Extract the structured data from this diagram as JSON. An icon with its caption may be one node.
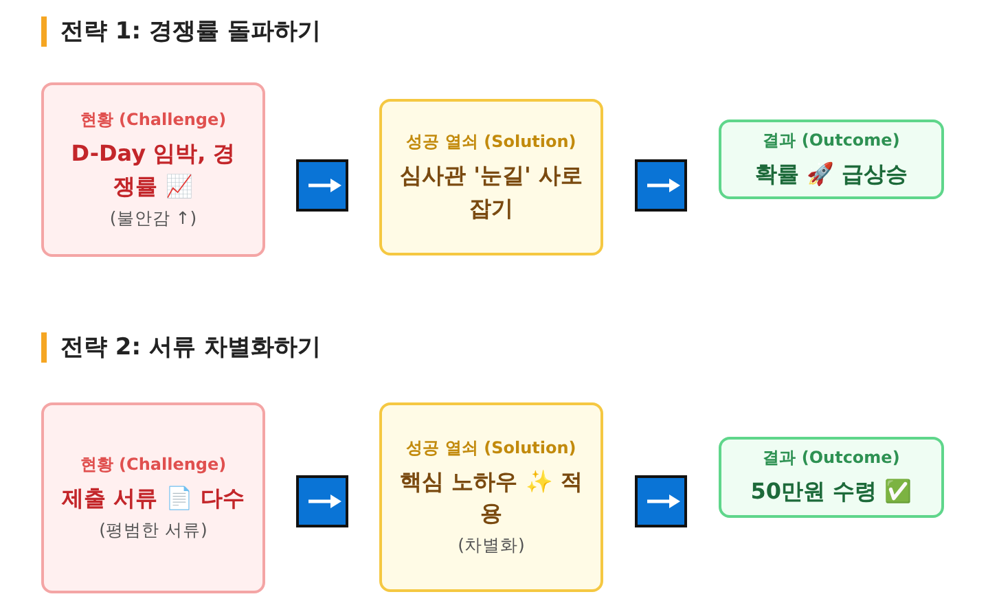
{
  "diagram": {
    "nodes": [
      {
        "text": [
          "현황 (Challenge)",
          "D-Day 임박, 경쟁률 📈",
          "(불안감 ↑)"
        ]
      },
      {
        "text": [
          "성공 열쇠 (Solution)",
          "심사관 '눈길' 사로잡기"
        ]
      },
      {
        "text": [
          "결과 (Outcome)",
          "확률 🚀 급상승"
        ]
      },
      {
        "text": [
          "현황 (Challenge)",
          "제출 서류 📄 다수",
          "(평범한 서류)"
        ]
      },
      {
        "text": [
          "성공 열쇠 (Solution)",
          "핵심 노하우 ✨ 적용",
          "(차별화)"
        ]
      },
      {
        "text": [
          "결과 (Outcome)",
          "50만원 수령 ✅"
        ]
      }
    ],
    "edges": [
      {
        "from": 0,
        "to": 1,
        "arrow": "to"
      },
      {
        "from": 1,
        "to": 2,
        "arrow": "to"
      },
      {
        "from": 3,
        "to": 4,
        "arrow": "to"
      },
      {
        "from": 4,
        "to": 5,
        "arrow": "to"
      }
    ],
    "labels": [
      "전략 1: 경쟁률 돌파하기",
      "전략 2: 서류 차별화하기"
    ]
  }
}
